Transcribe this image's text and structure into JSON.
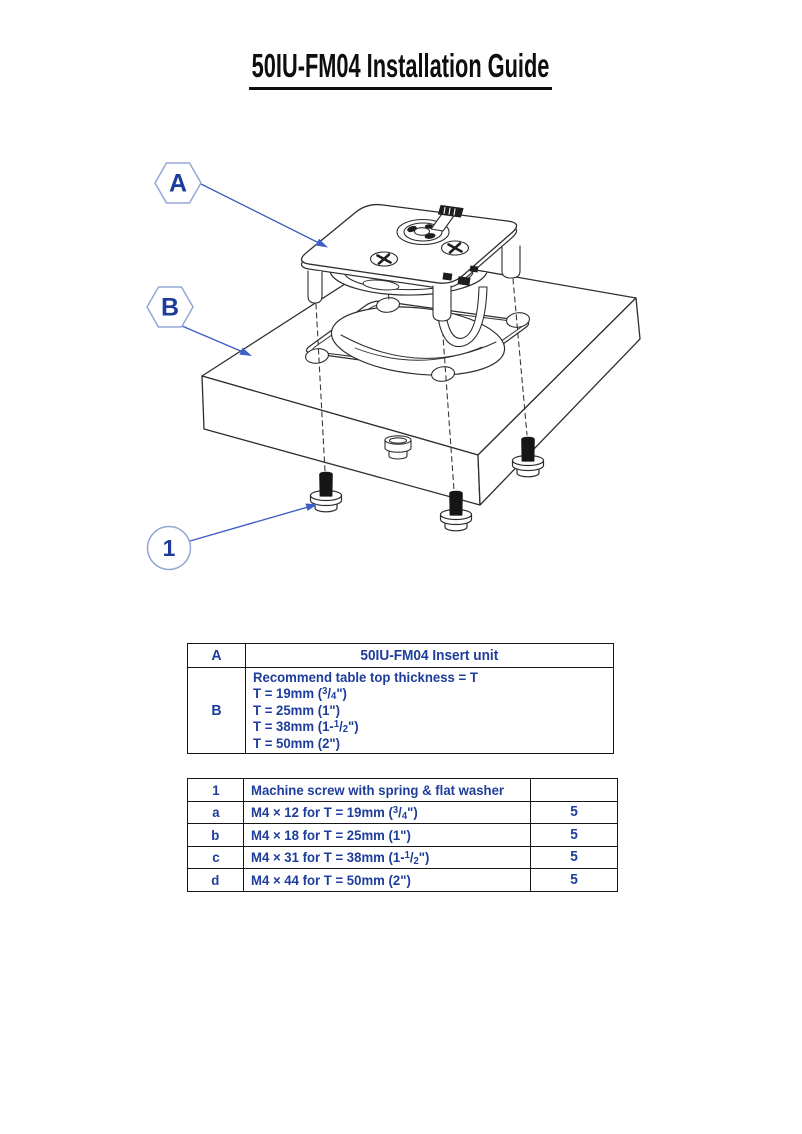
{
  "page": {
    "title": "50IU-FM04 Installation Guide"
  },
  "colors": {
    "accent_blue": "#1e3d9b",
    "callout_border": "#93a7d6",
    "arrow_blue": "#3f5ec6",
    "drawing_line": "#2e2e2e"
  },
  "diagram": {
    "callout_a": "A",
    "callout_b": "B",
    "callout_1": "1"
  },
  "legend_table": {
    "rows": [
      {
        "key": "A",
        "label": "50IU-FM04 Insert unit"
      },
      {
        "key": "B",
        "lines": [
          [
            {
              "t": "Recommend table top thickness = T"
            }
          ],
          [
            {
              "t": "T = 19mm ("
            },
            {
              "t": "3",
              "s": "sup"
            },
            {
              "t": "/"
            },
            {
              "t": "4",
              "s": "sub"
            },
            {
              "t": "\")"
            }
          ],
          [
            {
              "t": "T = 25mm (1\")"
            }
          ],
          [
            {
              "t": "T = 38mm (1-"
            },
            {
              "t": "1",
              "s": "sup"
            },
            {
              "t": "/"
            },
            {
              "t": "2",
              "s": "sub"
            },
            {
              "t": "\")"
            }
          ],
          [
            {
              "t": "T = 50mm (2\")"
            }
          ]
        ]
      }
    ]
  },
  "screw_table": {
    "header": {
      "key": "1",
      "label": [
        {
          "t": "Machine screw with spring & flat washer"
        }
      ],
      "qty": ""
    },
    "rows": [
      {
        "key": "a",
        "desc": [
          {
            "t": "M4 × 12 for T = 19mm ("
          },
          {
            "t": "3",
            "s": "sup"
          },
          {
            "t": "/"
          },
          {
            "t": "4",
            "s": "sub"
          },
          {
            "t": "\")"
          }
        ],
        "qty": "5"
      },
      {
        "key": "b",
        "desc": [
          {
            "t": "M4 × 18 for T = 25mm (1\")"
          }
        ],
        "qty": "5"
      },
      {
        "key": "c",
        "desc": [
          {
            "t": "M4 × 31 for T = 38mm (1-"
          },
          {
            "t": "1",
            "s": "sup"
          },
          {
            "t": "/"
          },
          {
            "t": "2",
            "s": "sub"
          },
          {
            "t": "\")"
          }
        ],
        "qty": "5"
      },
      {
        "key": "d",
        "desc": [
          {
            "t": "M4 × 44 for T = 50mm (2\")"
          }
        ],
        "qty": "5"
      }
    ]
  }
}
